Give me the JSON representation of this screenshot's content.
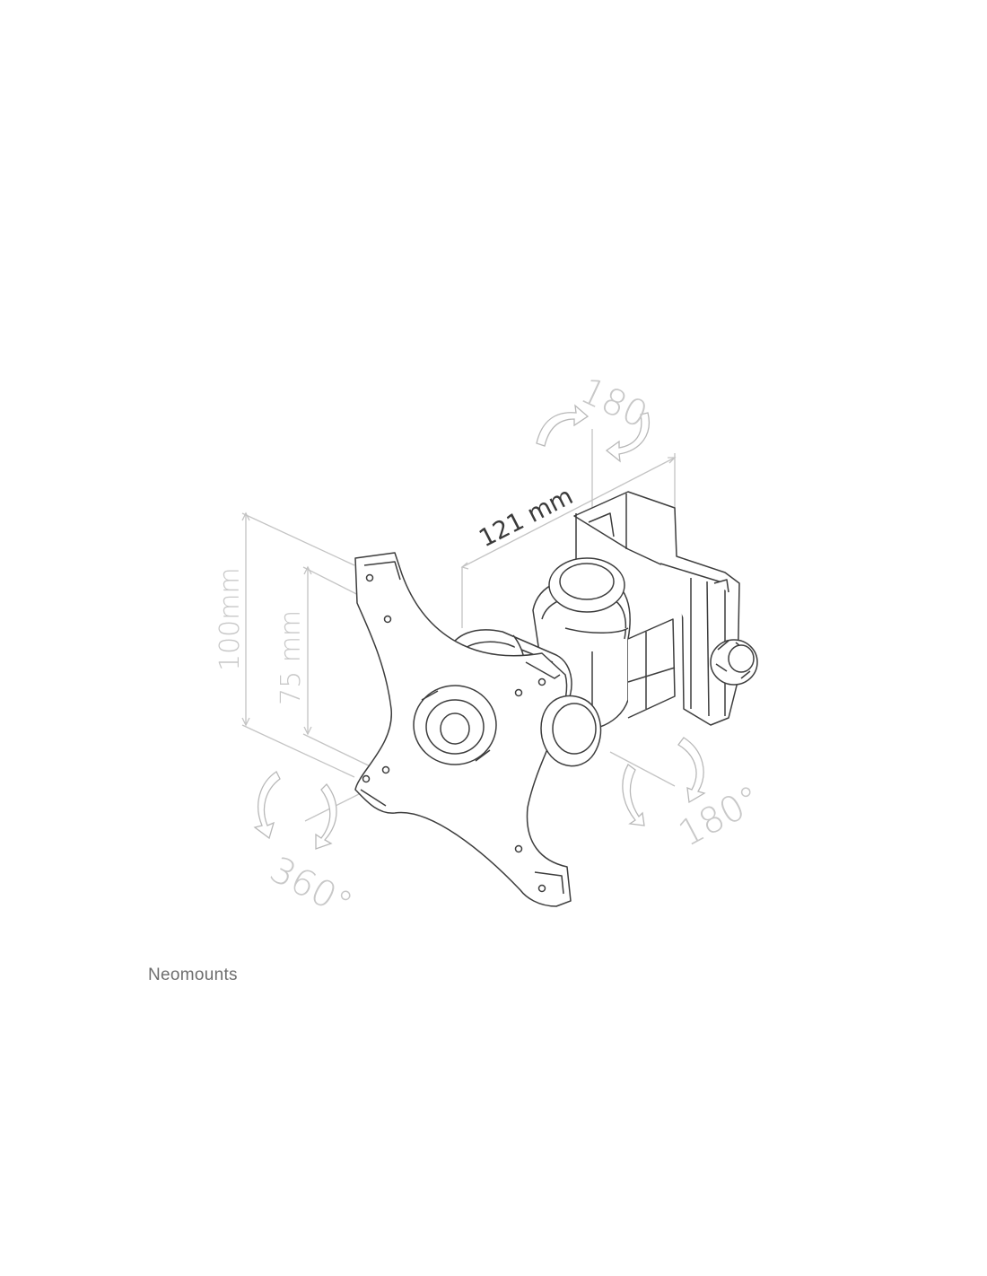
{
  "brand": {
    "name": "Neomounts"
  },
  "dimensions": {
    "width": "121 mm",
    "vesa_outer": "100mm",
    "vesa_inner": "75 mm",
    "swivel": "180",
    "tilt": "180°",
    "rotate": "360°"
  },
  "colors": {
    "line": "#3d3d3d",
    "dimension_line": "#c4c4c4",
    "dimension_text": "#c8c8c8",
    "main_dimension_text": "#3a3a3a",
    "brand_text": "#6e6e6e"
  }
}
